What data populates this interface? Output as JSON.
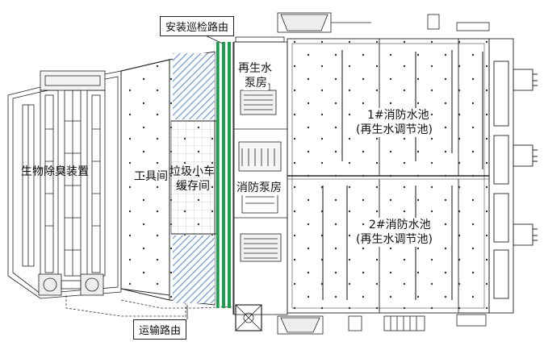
{
  "callouts": {
    "install_route": "安装巡检路由",
    "transport_route": "运输路由"
  },
  "rooms": {
    "bio_deodor": "生物除臭装置",
    "tool_room": "工具间",
    "cart_storage_line1": "垃圾小车",
    "cart_storage_line2": "缓存间",
    "reclaim_pump_line1": "再生水",
    "reclaim_pump_line2": "泵房",
    "fire_pump": "消防泵房",
    "pool1_line1": "1#消防水池",
    "pool1_line2": "(再生水调节池)",
    "pool2_line1": "2#消防水池",
    "pool2_line2": "(再生水调节池)"
  },
  "colors": {
    "route_green": "#1aa04a",
    "hatch_blue": "#5b8fd6",
    "line": "#222222"
  }
}
